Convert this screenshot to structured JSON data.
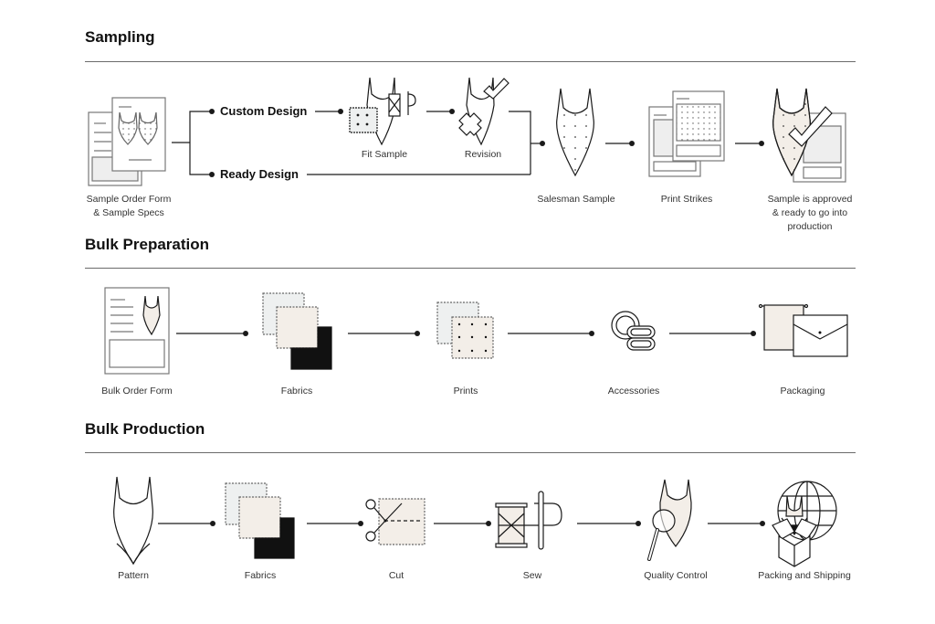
{
  "colors": {
    "ink": "#1a1a1a",
    "cream": "#f3eee8",
    "pale_gray": "#eef0f0",
    "rule": "#6b6b6b"
  },
  "sections": [
    {
      "title": "Sampling",
      "branches": [
        "Custom Design",
        "Ready Design"
      ],
      "steps": [
        {
          "label": "Sample Order Form\n& Sample Specs",
          "icon": "order-form-icon"
        },
        {
          "label": "Fit Sample",
          "icon": "fit-sample-icon",
          "branch": "Custom Design"
        },
        {
          "label": "Revision",
          "icon": "revision-icon",
          "branch": "Custom Design"
        },
        {
          "label": "Salesman Sample",
          "icon": "swimsuit-icon"
        },
        {
          "label": "Print Strikes",
          "icon": "print-strikes-icon"
        },
        {
          "label": "Sample is approved\n& ready to go into\nproduction",
          "icon": "approved-sample-icon"
        }
      ]
    },
    {
      "title": "Bulk Preparation",
      "steps": [
        {
          "label": "Bulk Order Form",
          "icon": "bulk-order-form-icon"
        },
        {
          "label": "Fabrics",
          "icon": "fabric-swatches-icon"
        },
        {
          "label": "Prints",
          "icon": "print-swatches-icon"
        },
        {
          "label": "Accessories",
          "icon": "ring-slider-icon"
        },
        {
          "label": "Packaging",
          "icon": "bag-envelope-icon"
        }
      ]
    },
    {
      "title": "Bulk Production",
      "steps": [
        {
          "label": "Pattern",
          "icon": "swimsuit-outline-icon"
        },
        {
          "label": "Fabrics",
          "icon": "fabric-swatches-icon"
        },
        {
          "label": "Cut",
          "icon": "scissors-fabric-icon"
        },
        {
          "label": "Sew",
          "icon": "spool-needle-icon"
        },
        {
          "label": "Quality Control",
          "icon": "magnifier-swimsuit-icon"
        },
        {
          "label": "Packing and Shipping",
          "icon": "box-globe-icon"
        }
      ]
    }
  ]
}
